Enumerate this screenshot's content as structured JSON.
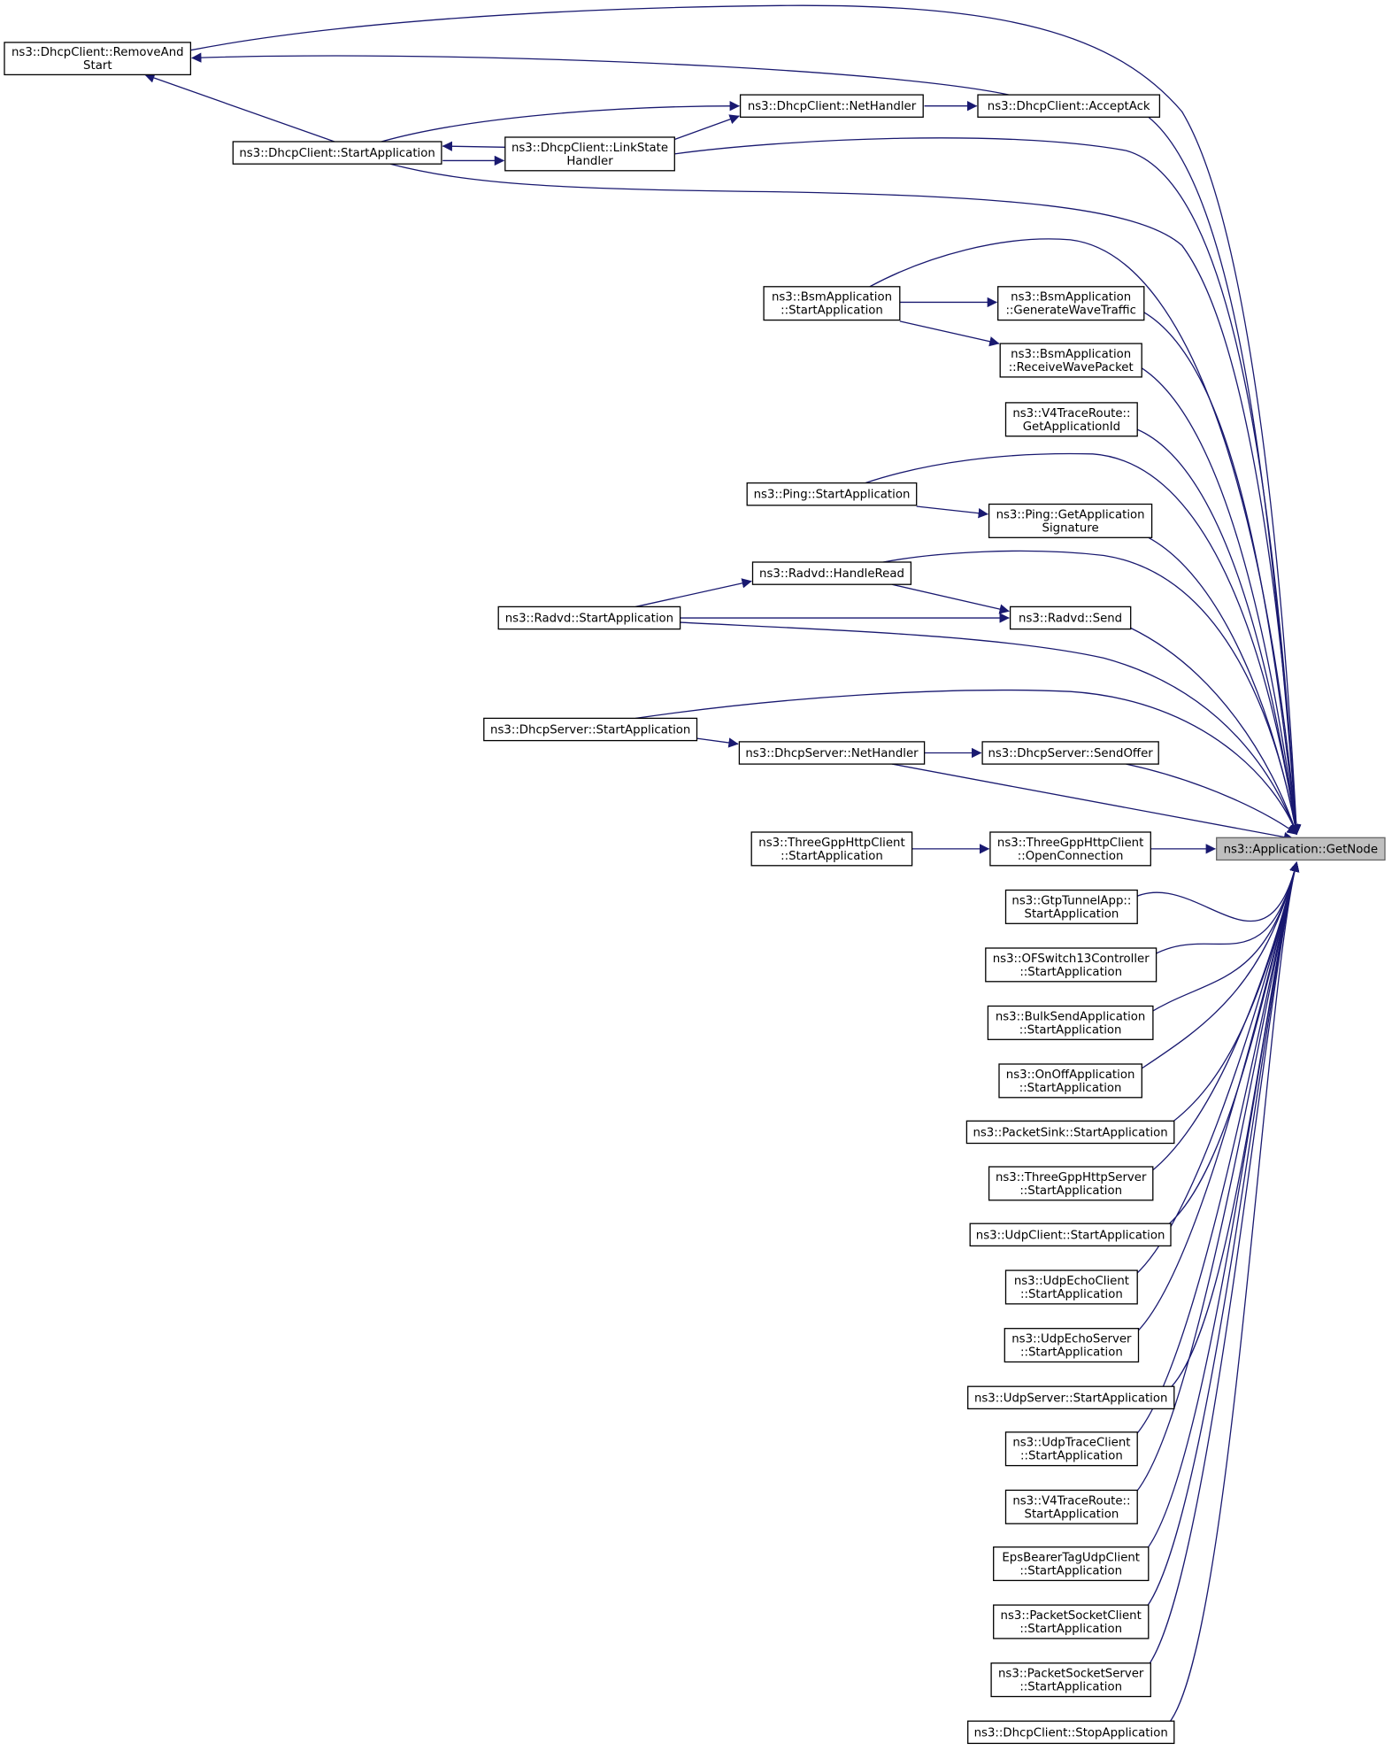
{
  "diagram": {
    "colors": {
      "edge": "#191970",
      "node_border": "#000000",
      "node_fill": "#ffffff",
      "target_fill": "#bfbfbf"
    },
    "nodes": {
      "getnode": {
        "lines": [
          "ns3::Application::GetNode"
        ],
        "highlight": true
      },
      "removeandstart": {
        "lines": [
          "ns3::DhcpClient::RemoveAnd",
          "Start"
        ]
      },
      "dc_start": {
        "lines": [
          "ns3::DhcpClient::StartApplication"
        ]
      },
      "dc_nethandler": {
        "lines": [
          "ns3::DhcpClient::NetHandler"
        ]
      },
      "dc_acceptack": {
        "lines": [
          "ns3::DhcpClient::AcceptAck"
        ]
      },
      "dc_linkstate": {
        "lines": [
          "ns3::DhcpClient::LinkState",
          "Handler"
        ]
      },
      "bsm_start": {
        "lines": [
          "ns3::BsmApplication",
          "::StartApplication"
        ]
      },
      "bsm_gen": {
        "lines": [
          "ns3::BsmApplication",
          "::GenerateWaveTraffic"
        ]
      },
      "bsm_recv": {
        "lines": [
          "ns3::BsmApplication",
          "::ReceiveWavePacket"
        ]
      },
      "v4_getappid": {
        "lines": [
          "ns3::V4TraceRoute::",
          "GetApplicationId"
        ]
      },
      "ping_start": {
        "lines": [
          "ns3::Ping::StartApplication"
        ]
      },
      "ping_sig": {
        "lines": [
          "ns3::Ping::GetApplication",
          "Signature"
        ]
      },
      "radvd_read": {
        "lines": [
          "ns3::Radvd::HandleRead"
        ]
      },
      "radvd_start": {
        "lines": [
          "ns3::Radvd::StartApplication"
        ]
      },
      "radvd_send": {
        "lines": [
          "ns3::Radvd::Send"
        ]
      },
      "ds_start": {
        "lines": [
          "ns3::DhcpServer::StartApplication"
        ]
      },
      "ds_net": {
        "lines": [
          "ns3::DhcpServer::NetHandler"
        ]
      },
      "ds_offer": {
        "lines": [
          "ns3::DhcpServer::SendOffer"
        ]
      },
      "tgc_start": {
        "lines": [
          "ns3::ThreeGppHttpClient",
          "::StartApplication"
        ]
      },
      "tgc_open": {
        "lines": [
          "ns3::ThreeGppHttpClient",
          "::OpenConnection"
        ]
      },
      "gtp": {
        "lines": [
          "ns3::GtpTunnelApp::",
          "StartApplication"
        ]
      },
      "ofs": {
        "lines": [
          "ns3::OFSwitch13Controller",
          "::StartApplication"
        ]
      },
      "bulk": {
        "lines": [
          "ns3::BulkSendApplication",
          "::StartApplication"
        ]
      },
      "onoff": {
        "lines": [
          "ns3::OnOffApplication",
          "::StartApplication"
        ]
      },
      "sink": {
        "lines": [
          "ns3::PacketSink::StartApplication"
        ]
      },
      "tgs": {
        "lines": [
          "ns3::ThreeGppHttpServer",
          "::StartApplication"
        ]
      },
      "udpclient": {
        "lines": [
          "ns3::UdpClient::StartApplication"
        ]
      },
      "echoclient": {
        "lines": [
          "ns3::UdpEchoClient",
          "::StartApplication"
        ]
      },
      "echoserver": {
        "lines": [
          "ns3::UdpEchoServer",
          "::StartApplication"
        ]
      },
      "udpserver": {
        "lines": [
          "ns3::UdpServer::StartApplication"
        ]
      },
      "udptrace": {
        "lines": [
          "ns3::UdpTraceClient",
          "::StartApplication"
        ]
      },
      "v4_start": {
        "lines": [
          "ns3::V4TraceRoute::",
          "StartApplication"
        ]
      },
      "eps": {
        "lines": [
          "EpsBearerTagUdpClient",
          "::StartApplication"
        ]
      },
      "psc": {
        "lines": [
          "ns3::PacketSocketClient",
          "::StartApplication"
        ]
      },
      "pss": {
        "lines": [
          "ns3::PacketSocketServer",
          "::StartApplication"
        ]
      },
      "dc_stop": {
        "lines": [
          "ns3::DhcpClient::StopApplication"
        ]
      }
    },
    "edges": [
      {
        "from": "removeandstart",
        "to": "getnode"
      },
      {
        "from": "dc_start",
        "to": "removeandstart"
      },
      {
        "from": "dc_acceptack",
        "to": "removeandstart"
      },
      {
        "from": "dc_start",
        "to": "dc_nethandler"
      },
      {
        "from": "dc_linkstate",
        "to": "dc_nethandler"
      },
      {
        "from": "dc_nethandler",
        "to": "dc_acceptack"
      },
      {
        "from": "dc_linkstate",
        "to": "dc_start"
      },
      {
        "from": "dc_start",
        "to": "dc_linkstate"
      },
      {
        "from": "dc_acceptack",
        "to": "getnode"
      },
      {
        "from": "dc_linkstate",
        "to": "getnode"
      },
      {
        "from": "dc_start",
        "to": "getnode"
      },
      {
        "from": "bsm_start",
        "to": "getnode"
      },
      {
        "from": "bsm_start",
        "to": "bsm_gen"
      },
      {
        "from": "bsm_start",
        "to": "bsm_recv"
      },
      {
        "from": "bsm_gen",
        "to": "getnode"
      },
      {
        "from": "bsm_recv",
        "to": "getnode"
      },
      {
        "from": "v4_getappid",
        "to": "getnode"
      },
      {
        "from": "ping_start",
        "to": "getnode"
      },
      {
        "from": "ping_start",
        "to": "ping_sig"
      },
      {
        "from": "ping_sig",
        "to": "getnode"
      },
      {
        "from": "radvd_start",
        "to": "radvd_read"
      },
      {
        "from": "radvd_read",
        "to": "getnode"
      },
      {
        "from": "radvd_read",
        "to": "radvd_send"
      },
      {
        "from": "radvd_start",
        "to": "radvd_send"
      },
      {
        "from": "radvd_start",
        "to": "getnode"
      },
      {
        "from": "radvd_send",
        "to": "getnode"
      },
      {
        "from": "ds_start",
        "to": "getnode"
      },
      {
        "from": "ds_start",
        "to": "ds_net"
      },
      {
        "from": "ds_net",
        "to": "ds_offer"
      },
      {
        "from": "ds_net",
        "to": "getnode"
      },
      {
        "from": "ds_offer",
        "to": "getnode"
      },
      {
        "from": "tgc_start",
        "to": "tgc_open"
      },
      {
        "from": "tgc_open",
        "to": "getnode"
      },
      {
        "from": "gtp",
        "to": "getnode"
      },
      {
        "from": "ofs",
        "to": "getnode"
      },
      {
        "from": "bulk",
        "to": "getnode"
      },
      {
        "from": "onoff",
        "to": "getnode"
      },
      {
        "from": "sink",
        "to": "getnode"
      },
      {
        "from": "tgs",
        "to": "getnode"
      },
      {
        "from": "udpclient",
        "to": "getnode"
      },
      {
        "from": "echoclient",
        "to": "getnode"
      },
      {
        "from": "echoserver",
        "to": "getnode"
      },
      {
        "from": "udpserver",
        "to": "getnode"
      },
      {
        "from": "udptrace",
        "to": "getnode"
      },
      {
        "from": "v4_start",
        "to": "getnode"
      },
      {
        "from": "eps",
        "to": "getnode"
      },
      {
        "from": "psc",
        "to": "getnode"
      },
      {
        "from": "pss",
        "to": "getnode"
      },
      {
        "from": "dc_stop",
        "to": "getnode"
      }
    ]
  }
}
